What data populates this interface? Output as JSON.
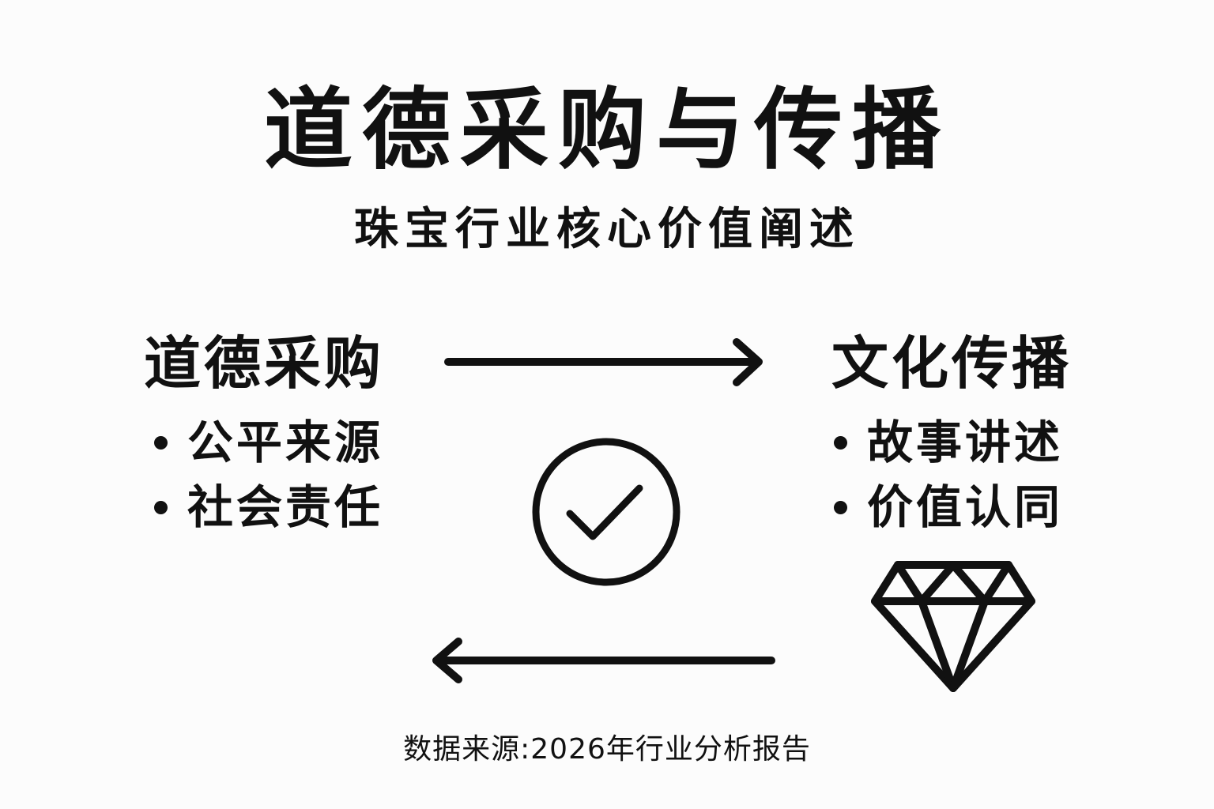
{
  "title": "道德采购与传播",
  "subtitle": "珠宝行业核心价值阐述",
  "left_column": {
    "heading": "道德采购",
    "items": [
      "公平来源",
      "社会责任"
    ]
  },
  "right_column": {
    "heading": "文化传播",
    "items": [
      "故事讲述",
      "价值认同"
    ]
  },
  "icons": {
    "forward_arrow": "arrow-right-icon",
    "backward_arrow": "arrow-left-icon",
    "center": "check-circle-icon",
    "gem": "diamond-icon"
  },
  "footer": "数据来源:2026年行业分析报告",
  "colors": {
    "background": "#fcfcfc",
    "ink": "#111111"
  }
}
